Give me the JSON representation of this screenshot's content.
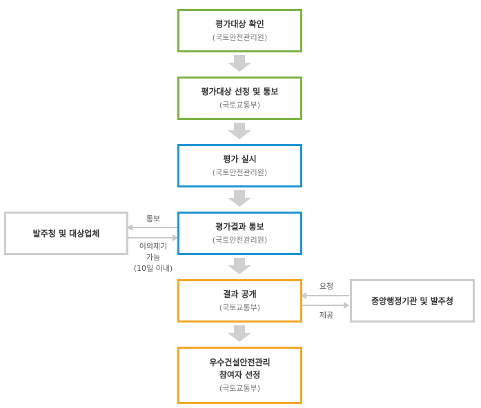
{
  "steps": [
    {
      "title": "평가대상 확인",
      "org": "(국토안전관리원)"
    },
    {
      "title": "평가대상 선정 및 통보",
      "org": "(국토교통부)"
    },
    {
      "title": "평가 실시",
      "org": "(국토안전관리원)"
    },
    {
      "title": "평가결과 통보",
      "org": "(국토안전관리원)"
    },
    {
      "title": "결과 공개",
      "org": "(국토교통부)"
    },
    {
      "title_line1": "우수건설안전관리",
      "title_line2": "참여자 선정",
      "org": "(국토교통부)"
    }
  ],
  "side_left": {
    "title": "발주청 및 대상업체",
    "label_out": "통보",
    "label_in_1": "이의제기",
    "label_in_2": "가능",
    "label_in_3": "(10일 이내)"
  },
  "side_right": {
    "title": "중앙행정기관 및 발주청",
    "label_in": "요청",
    "label_out": "제공"
  },
  "colors": {
    "green": "#7cb342",
    "blue": "#1e95d4",
    "orange": "#f5a623",
    "gray": "#cccccc",
    "arrow": "#d0d0d0"
  }
}
